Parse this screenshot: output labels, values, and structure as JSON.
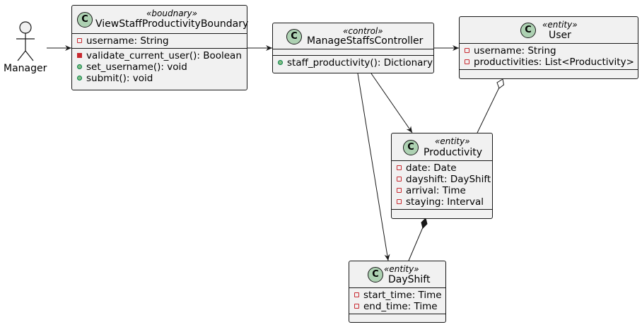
{
  "actor": {
    "name": "Manager"
  },
  "classes": {
    "boundary": {
      "stereotype": "«boudnary»",
      "name": "ViewStaffProductivityBoundary",
      "attributes": [
        {
          "visibility": "private",
          "text": "username: String"
        }
      ],
      "methods": [
        {
          "visibility": "private",
          "text": "validate_current_user(): Boolean"
        },
        {
          "visibility": "public",
          "text": "set_username(): void"
        },
        {
          "visibility": "public",
          "text": "submit(): void"
        }
      ]
    },
    "controller": {
      "stereotype": "«control»",
      "name": "ManageStaffsController",
      "attributes": [],
      "methods": [
        {
          "visibility": "public",
          "text": "staff_productivity(): Dictionary"
        }
      ]
    },
    "user": {
      "stereotype": "«entity»",
      "name": "User",
      "attributes": [
        {
          "visibility": "private",
          "text": "username: String"
        },
        {
          "visibility": "private",
          "text": "productivities: List<Productivity>"
        }
      ],
      "methods": []
    },
    "productivity": {
      "stereotype": "«entity»",
      "name": "Productivity",
      "attributes": [
        {
          "visibility": "private",
          "text": "date: Date"
        },
        {
          "visibility": "private",
          "text": "dayshift: DayShift"
        },
        {
          "visibility": "private",
          "text": "arrival: Time"
        },
        {
          "visibility": "private",
          "text": "staying: Interval"
        }
      ],
      "methods": []
    },
    "dayshift": {
      "stereotype": "«entity»",
      "name": "DayShift",
      "attributes": [
        {
          "visibility": "private",
          "text": "start_time: Time"
        },
        {
          "visibility": "private",
          "text": "end_time: Time"
        }
      ],
      "methods": []
    }
  },
  "badge_letter": "C",
  "colors": {
    "class_fill": "#f1f1f1",
    "badge_fill": "#add1b2",
    "line": "#181818",
    "private": "#c82930",
    "public": "#84be84"
  }
}
